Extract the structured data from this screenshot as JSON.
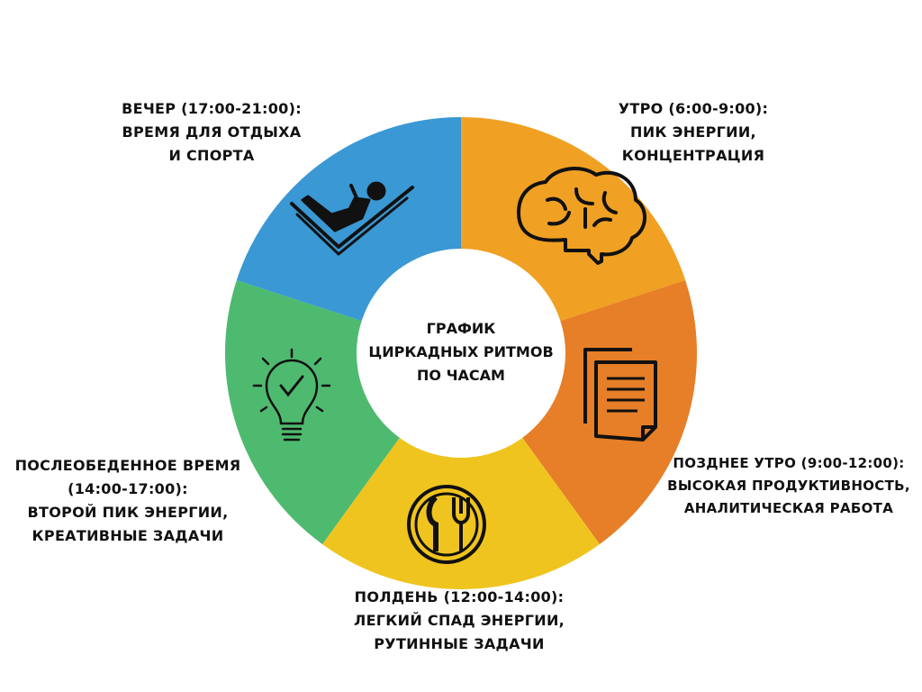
{
  "center_title": [
    "ГРАФИК",
    "ЦИРКАДНЫХ РИТМОВ",
    "ПО ЧАСАМ"
  ],
  "segments": [
    {
      "name": "morning",
      "color": "#F0A023",
      "icon": "brain-icon",
      "lines": [
        "УТРО (6:00-9:00):",
        "ПИК ЭНЕРГИИ,",
        "КОНЦЕНТРАЦИЯ"
      ]
    },
    {
      "name": "late-morning",
      "color": "#E67F27",
      "icon": "documents-icon",
      "lines": [
        "ПОЗДНЕЕ УТРО (9:00-12:00):",
        "ВЫСОКАЯ ПРОДУКТИВНОСТЬ,",
        "АНАЛИТИЧЕСКАЯ РАБОТА"
      ]
    },
    {
      "name": "noon",
      "color": "#F0C41E",
      "icon": "plate-cutlery-icon",
      "lines": [
        "ПОЛДЕНЬ (12:00-14:00):",
        "ЛЕГКИЙ СПАД ЭНЕРГИИ,",
        "РУТИННЫЕ ЗАДАЧИ"
      ]
    },
    {
      "name": "afternoon",
      "color": "#4EBA6F",
      "icon": "lightbulb-check-icon",
      "lines": [
        "ПОСЛЕОБЕДЕННОЕ ВРЕМЯ",
        "(14:00-17:00):",
        "ВТОРОЙ ПИК ЭНЕРГИИ,",
        "КРЕАТИВНЫЕ ЗАДАЧИ"
      ]
    },
    {
      "name": "evening",
      "color": "#3A98D4",
      "icon": "reclining-reader-icon",
      "lines": [
        "ВЕЧЕР (17:00-21:00):",
        "ВРЕМЯ ДЛЯ ОТДЫХА",
        "И СПОРТА"
      ]
    }
  ]
}
